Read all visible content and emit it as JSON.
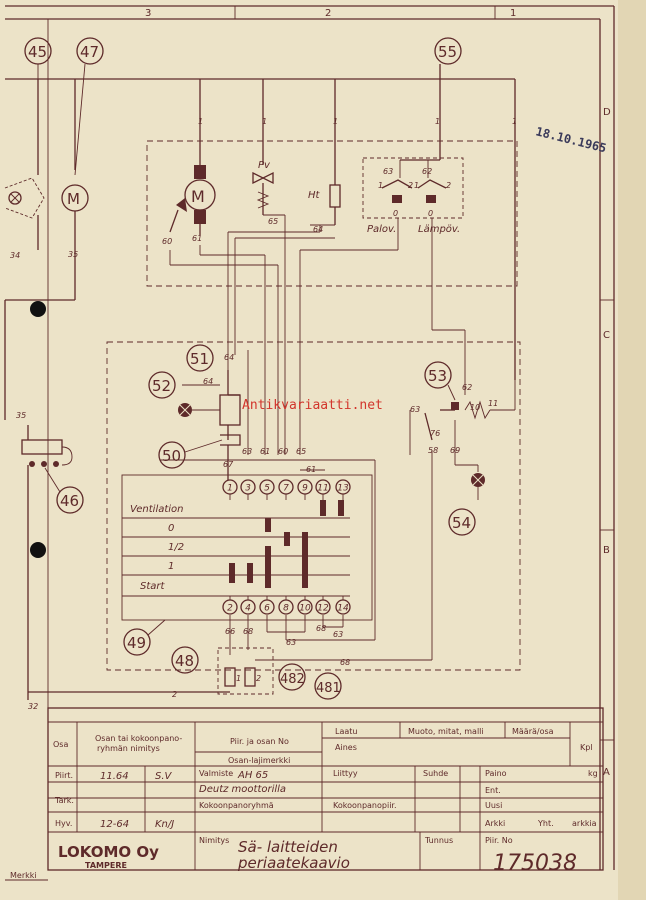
{
  "border": {
    "top_zones": [
      "3",
      "2",
      "1"
    ],
    "right_zones": [
      "D",
      "C",
      "B",
      "A"
    ]
  },
  "callouts": {
    "c45": "45",
    "c47": "47",
    "c55": "55",
    "c51": "51",
    "c52": "52",
    "c50": "50",
    "c53": "53",
    "c54": "54",
    "c49": "49",
    "c48": "48",
    "c482": "482",
    "c481": "481",
    "c46": "46"
  },
  "wire_labels": {
    "w1a": "1",
    "w1b": "1",
    "w1c": "1",
    "w1d": "1",
    "w1e": "1",
    "w34": "34",
    "w35a": "35",
    "w35b": "35",
    "w32": "32",
    "w60": "60",
    "w61": "61",
    "w65": "65",
    "w64": "64",
    "w63": "63",
    "w62": "62",
    "w0a": "0",
    "w0b": "0",
    "w64b": "64",
    "w64c": "64",
    "w67": "67",
    "b63": "63",
    "b61": "61",
    "b60": "60",
    "b65": "65",
    "b61b": "61",
    "w63r": "63",
    "w62r": "62",
    "w10": "10",
    "w11": "11",
    "w76": "76",
    "w58": "58",
    "w69": "69",
    "w66": "66",
    "w68": "68",
    "w68b": "68",
    "w63b": "63",
    "w63c": "63",
    "w68c": "68",
    "w2": "2",
    "w12": "1",
    "w22": "2"
  },
  "components": {
    "pv": "Pv",
    "ht": "Ht",
    "palov": "Palov.",
    "lampov": "Lämpöv.",
    "motor": "M"
  },
  "switch": {
    "top_terms": [
      "1",
      "3",
      "5",
      "7",
      "9",
      "11",
      "13"
    ],
    "bottom_terms": [
      "2",
      "4",
      "6",
      "8",
      "10",
      "12",
      "14"
    ],
    "positions": [
      "Ventilation",
      "0",
      "1/2",
      "1",
      "Start"
    ]
  },
  "watermark": "Antikvariaatti.net",
  "stamp": "18.10.1965",
  "title_block": {
    "osa": "Osa",
    "osan_tai": "Osan tai kokoonpano-",
    "ryhman": "ryhmän nimitys",
    "piir_ja_osan_no": "Piir. ja osan No",
    "laatu": "Laatu",
    "aines": "Aines",
    "muoto": "Muoto, mitat, malli",
    "maara": "Määrä/osa",
    "osan_lajimerkki": "Osan-lajimerkki",
    "kpl": "Kpl",
    "piirt": "Piirt.",
    "piirt_date": "11.64",
    "piirt_sign": "S.V",
    "tark": "Tark.",
    "hyv": "Hyv.",
    "hyv_date": "12-64",
    "hyv_sign": "Kn/J",
    "valmiste": "Valmiste",
    "valmiste_val": "AH 65",
    "valmiste_val2": "Deutz moottorilla",
    "liittyy": "Liittyy",
    "suhde": "Suhde",
    "paino": "Paino",
    "kg": "kg",
    "ent": "Ent.",
    "uusi": "Uusi",
    "kokoonpanoryhma": "Kokoonpanoryhmä",
    "kokoonpanopiir": "Kokoonpanopiir.",
    "arkki": "Arkki",
    "yht": "Yht.",
    "arkkia": "arkkia",
    "nimitys": "Nimitys",
    "nimitys_val1": "Sä- laitteiden",
    "nimitys_val2": "periaatekaavio",
    "tunnus": "Tunnus",
    "piir_no": "Piir. No",
    "drawing_no": "175038",
    "company": "LOKOMO Oy",
    "city": "TAMPERE",
    "merkki": "Merkki"
  }
}
